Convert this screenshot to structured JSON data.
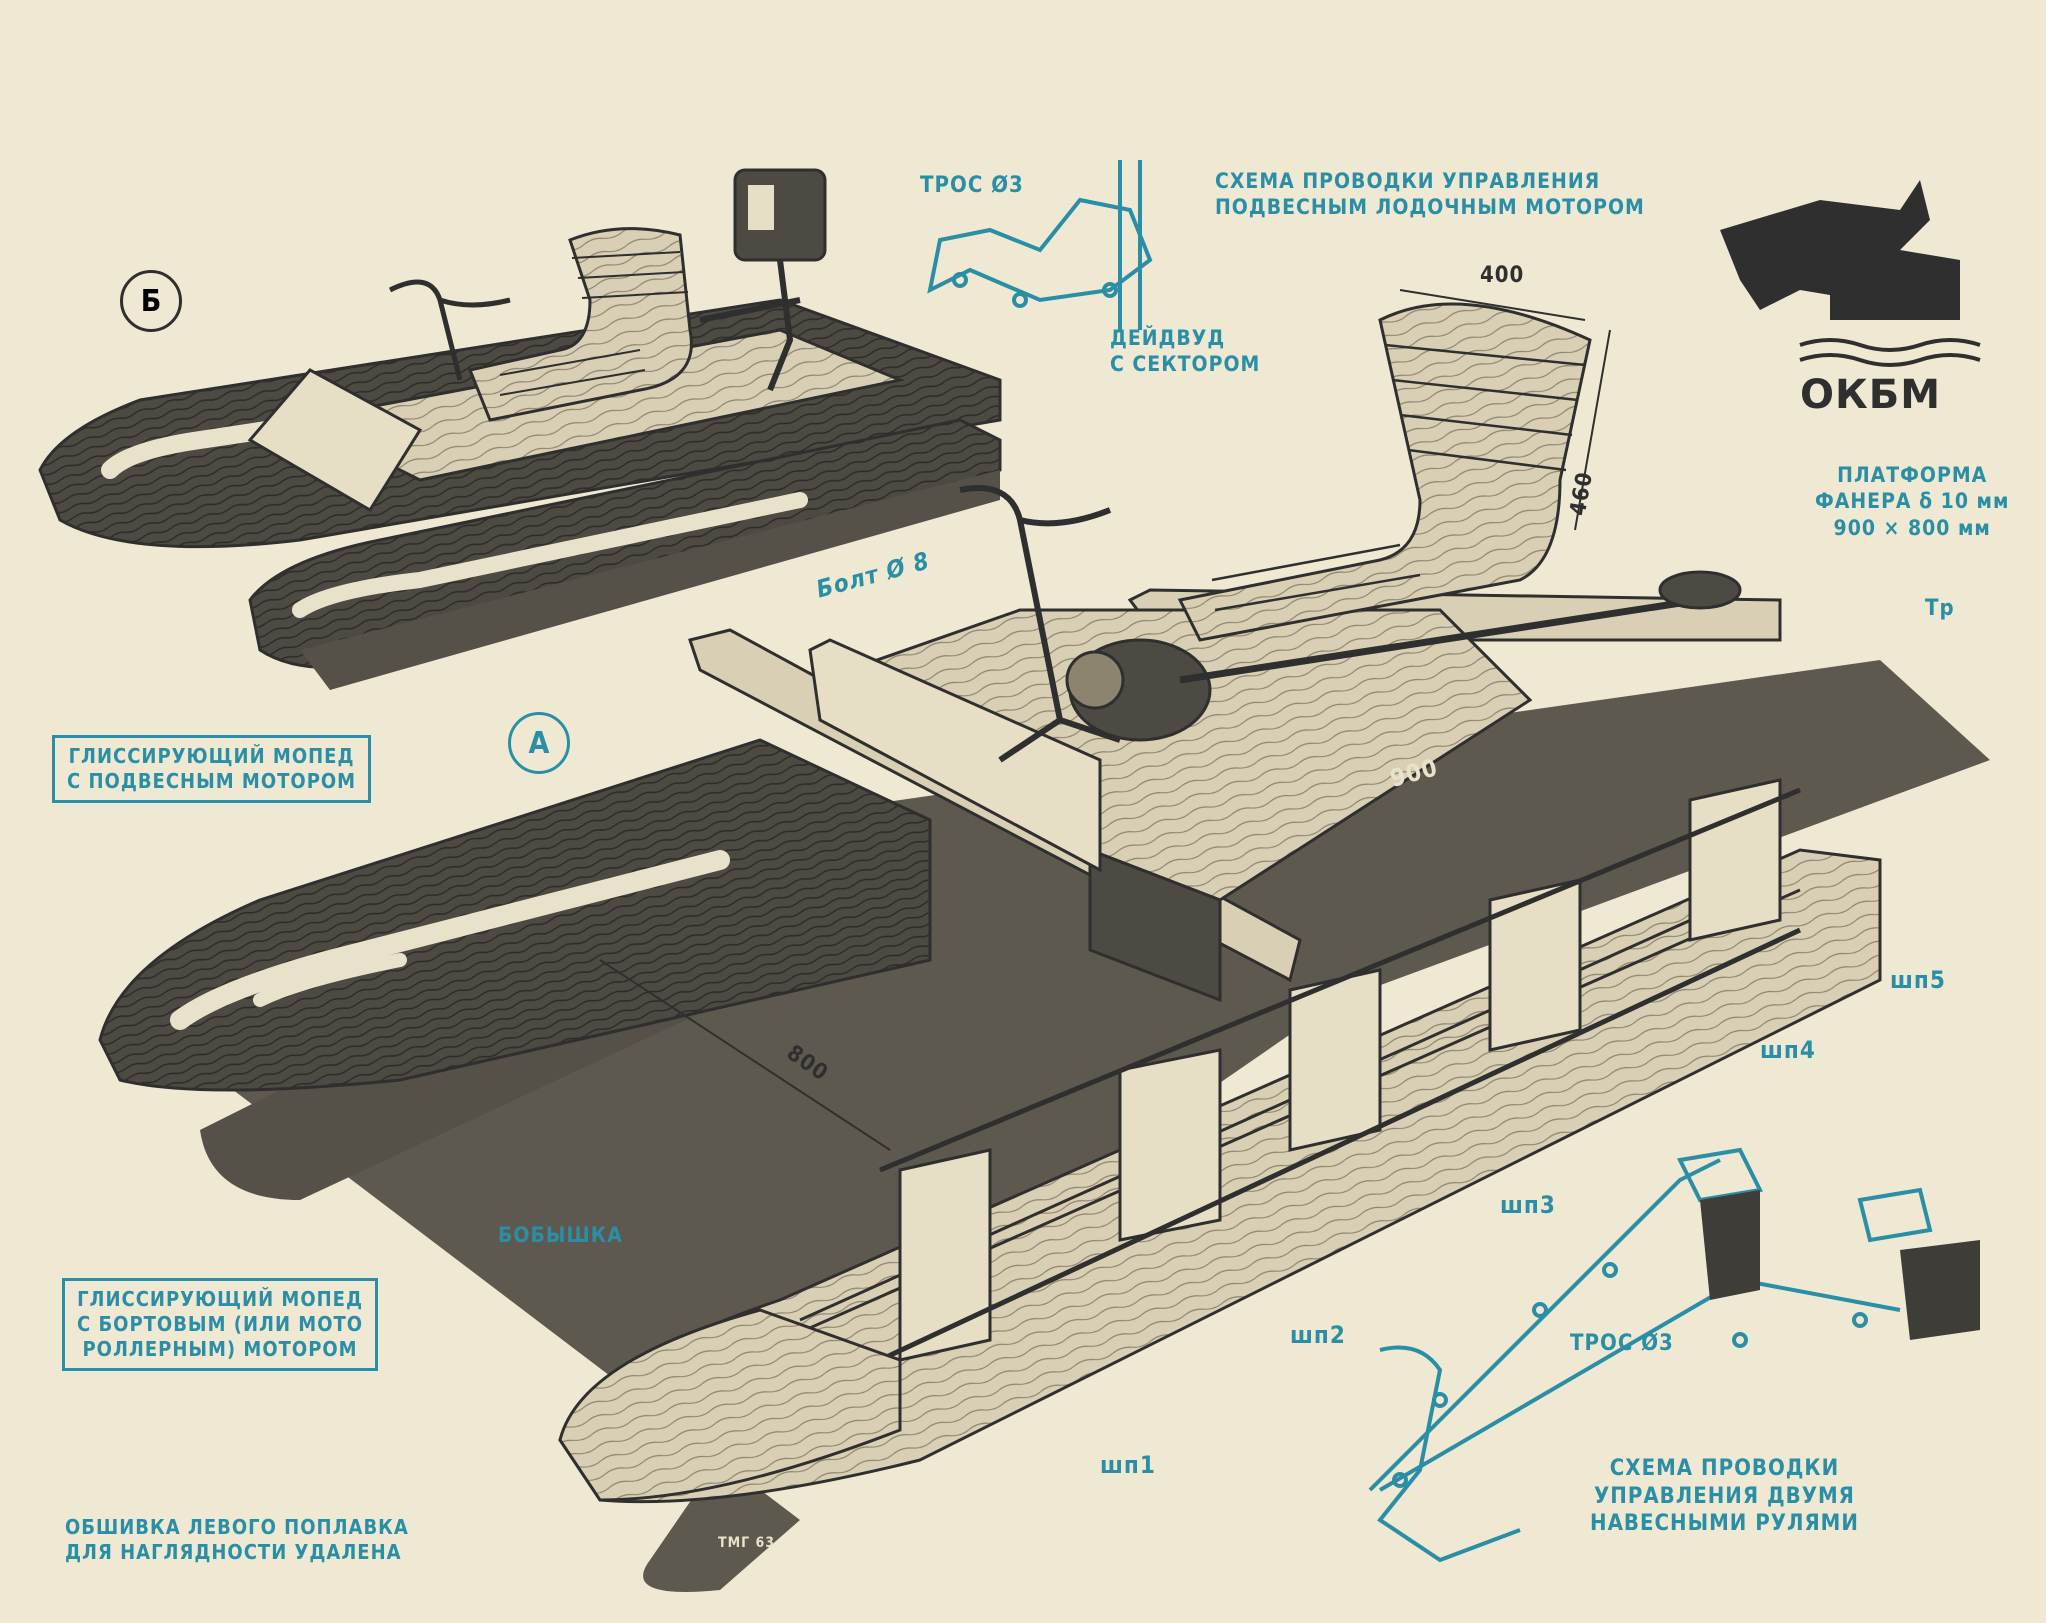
{
  "labels": {
    "variant_b_marker": "Б",
    "variant_a_marker": "А",
    "cable_top": "ТРОС Ø3",
    "scheme_outboard_line1": "СХЕМА ПРОВОДКИ УПРАВЛЕНИЯ",
    "scheme_outboard_line2": "ПОДВЕСНЫМ ЛОДОЧНЫМ МОТОРОМ",
    "deadwood_line1": "ДЕЙДВУД",
    "deadwood_line2": "С СЕКТОРОМ",
    "dim_400": "400",
    "dim_460": "460",
    "platform_line1": "ПЛАТФОРМА",
    "platform_line2": "ФАНЕРА δ 10 мм",
    "platform_line3": "900 × 800 мм",
    "bolt": "Болт Ø 8",
    "tr": "Тр",
    "dim_900": "900",
    "dim_800": "800",
    "moped_outboard_line1": "ГЛИССИРУЮЩИЙ МОПЕД",
    "moped_outboard_line2": "С ПОДВЕСНЫМ МОТОРОМ",
    "sp5": "шп5",
    "sp4": "шп4",
    "sp3": "шп3",
    "sp2": "шп2",
    "sp1": "шп1",
    "boss": "БОБЫШКА",
    "moped_board_line1": "ГЛИССИРУЮЩИЙ МОПЕД",
    "moped_board_line2": "С БОРТОВЫМ (ИЛИ МОТО",
    "moped_board_line3": "РОЛЛЕРНЫМ) МОТОРОМ",
    "cable_bottom": "ТРОС Ø3",
    "scheme_rudders_line1": "СХЕМА ПРОВОДКИ",
    "scheme_rudders_line2": "УПРАВЛЕНИЯ ДВУМЯ",
    "scheme_rudders_line3": "НАВЕСНЫМИ РУЛЯМИ",
    "note_line1": "ОБШИВКА ЛЕВОГО ПОПЛАВКА",
    "note_line2": "ДЛЯ НАГЛЯДНОСТИ УДАЛЕНА",
    "logo_text": "ОКБМ",
    "signature": "ТМГ 63"
  },
  "colors": {
    "paper": "#efe8d2",
    "ink": "#2f2f2f",
    "blue_ink": "#2a8fa6",
    "wood": "#d9cfb4",
    "shadow": "#555148"
  }
}
